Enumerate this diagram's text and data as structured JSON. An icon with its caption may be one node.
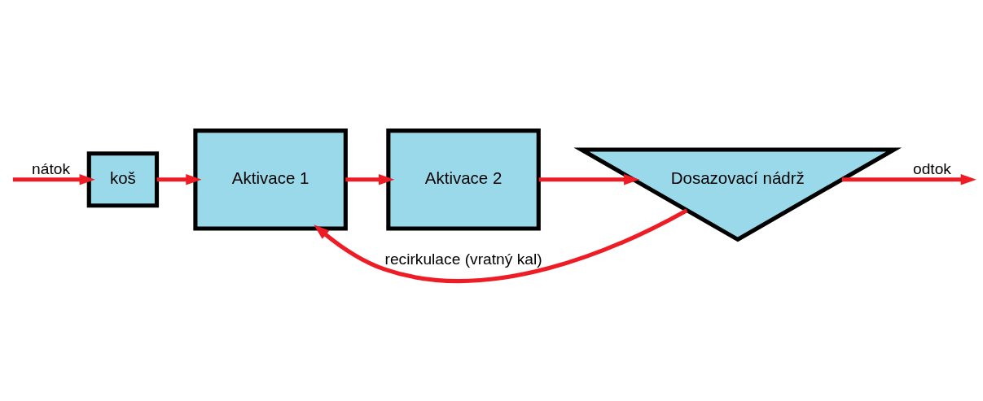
{
  "diagram": {
    "nodes": [
      {
        "text": [
          "koš"
        ]
      },
      {
        "text": [
          "Aktivace 1"
        ]
      },
      {
        "text": [
          "Aktivace 2"
        ]
      },
      {
        "text": [
          "Dosazovací nádrž"
        ]
      }
    ],
    "edges": [
      {
        "from": null,
        "to": 0,
        "arrow": "to",
        "label": "nátok"
      },
      {
        "from": 0,
        "to": 1,
        "arrow": "to"
      },
      {
        "from": 1,
        "to": 2,
        "arrow": "to"
      },
      {
        "from": 2,
        "to": 3,
        "arrow": "to"
      },
      {
        "from": 3,
        "to": null,
        "arrow": "to",
        "label": "odtok"
      },
      {
        "from": 3,
        "to": 1,
        "arrow": "to",
        "label": "recirkulace (vratný kal)"
      }
    ]
  }
}
